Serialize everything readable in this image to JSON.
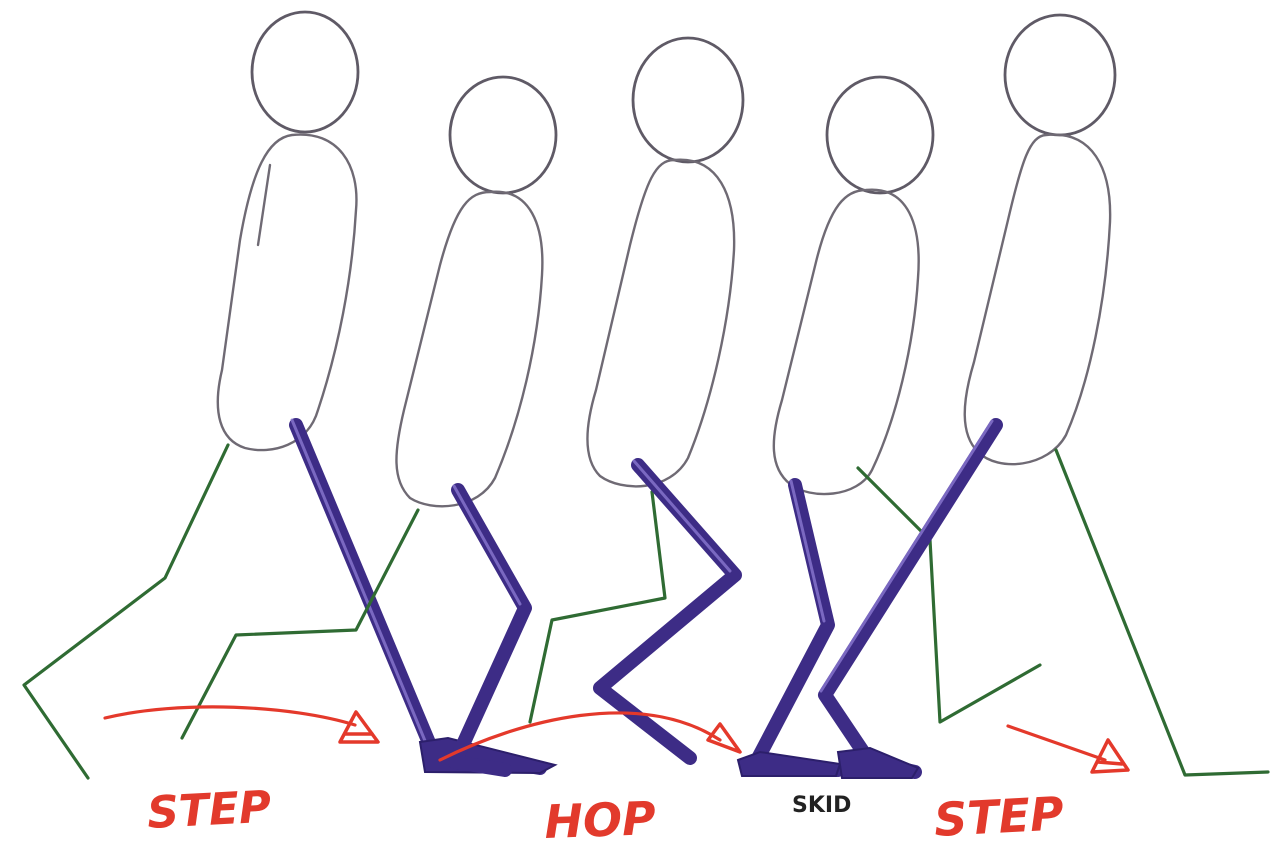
{
  "labels": {
    "step_1": "STEP",
    "hop": "HOP",
    "skid": "SKID",
    "step_2": "STEP"
  },
  "colors": {
    "rear_leg": "#2f6b33",
    "front_leg": "#3d2c86",
    "motion_path": "#e4392b",
    "body_outline": "#6f6a74",
    "background": "#ffffff"
  }
}
